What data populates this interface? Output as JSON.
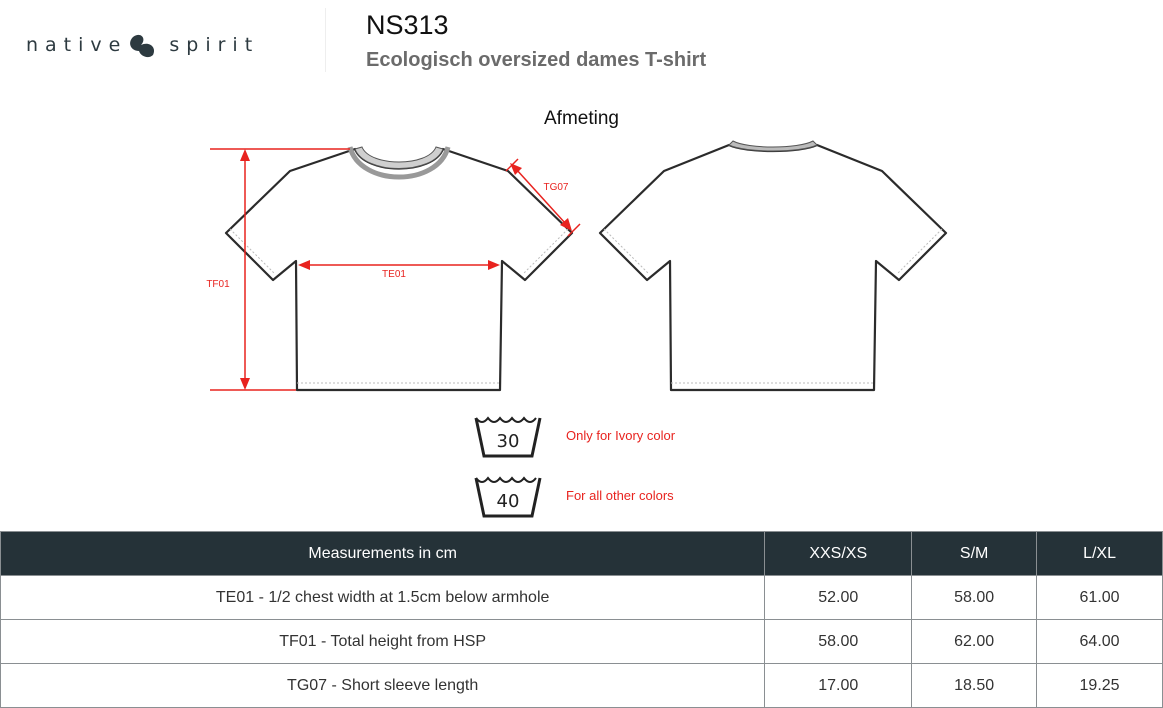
{
  "brand": {
    "left_word": "native",
    "right_word": "spirit"
  },
  "product": {
    "code": "NS313",
    "title": "Ecologisch oversized dames T-shirt"
  },
  "diagram": {
    "heading": "Afmeting",
    "labels": {
      "sleeve": "TG07",
      "chest": "TE01",
      "height": "TF01"
    }
  },
  "care": [
    {
      "temp": "30",
      "note": "Only for Ivory color"
    },
    {
      "temp": "40",
      "note": "For all other colors"
    }
  ],
  "table": {
    "headers": [
      "Measurements in cm",
      "XXS/XS",
      "S/M",
      "L/XL"
    ],
    "rows": [
      [
        "TE01 - 1/2 chest width at 1.5cm below armhole",
        "52.00",
        "58.00",
        "61.00"
      ],
      [
        "TF01 - Total height from HSP",
        "58.00",
        "62.00",
        "64.00"
      ],
      [
        "TG07 - Short sleeve length",
        "17.00",
        "18.50",
        "19.25"
      ]
    ]
  },
  "colors": {
    "header_bg": "#253238",
    "annotation_red": "#e8231f",
    "brand": "#2d3a40"
  }
}
